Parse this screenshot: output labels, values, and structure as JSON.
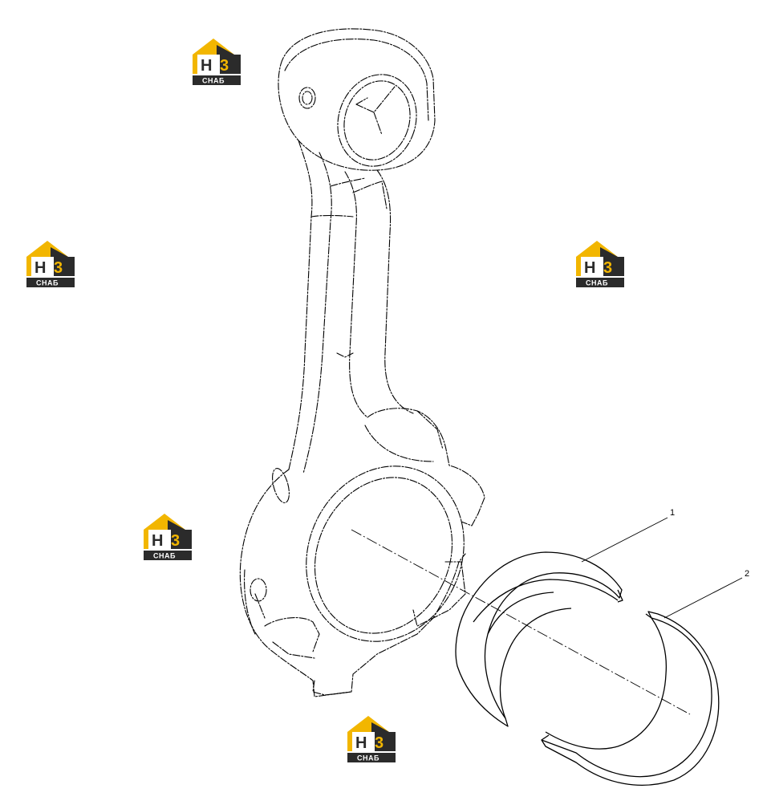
{
  "diagram": {
    "callouts": [
      {
        "id": "1",
        "label": "1"
      },
      {
        "id": "2",
        "label": "2"
      }
    ],
    "parts": [
      {
        "name": "connecting-rod"
      },
      {
        "name": "upper-bearing-shell",
        "callout": "1"
      },
      {
        "name": "lower-bearing-shell",
        "callout": "2"
      }
    ]
  },
  "watermark": {
    "letters": "H3",
    "text": "CHAБ",
    "colors": {
      "roof": "#f2b600",
      "dark": "#2b2b2b",
      "accent": "#f2b600"
    }
  },
  "colors": {
    "line": "#000000",
    "background": "#ffffff"
  }
}
